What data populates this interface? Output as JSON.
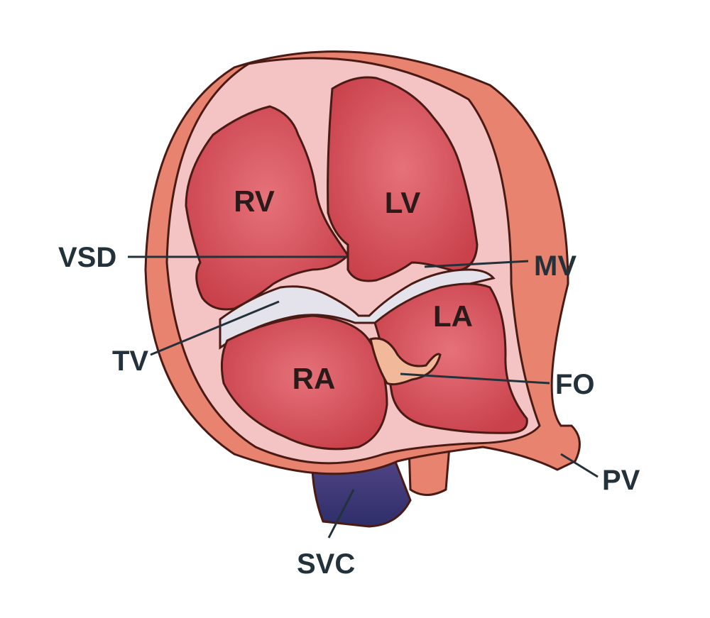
{
  "labels": {
    "rv": "RV",
    "lv": "LV",
    "la": "LA",
    "ra": "RA",
    "vsd": "VSD",
    "mv": "MV",
    "tv": "TV",
    "fo": "FO",
    "pv": "PV",
    "svc": "SVC"
  },
  "colors": {
    "background": "#ffffff",
    "outer_wall": "#e8836f",
    "myocardium": "#f4c3c3",
    "chamber": "#d8525a",
    "valve_gap": "#e4e2ea",
    "svc_vessel": "#3a3a7c",
    "label_text": "#23323a"
  }
}
